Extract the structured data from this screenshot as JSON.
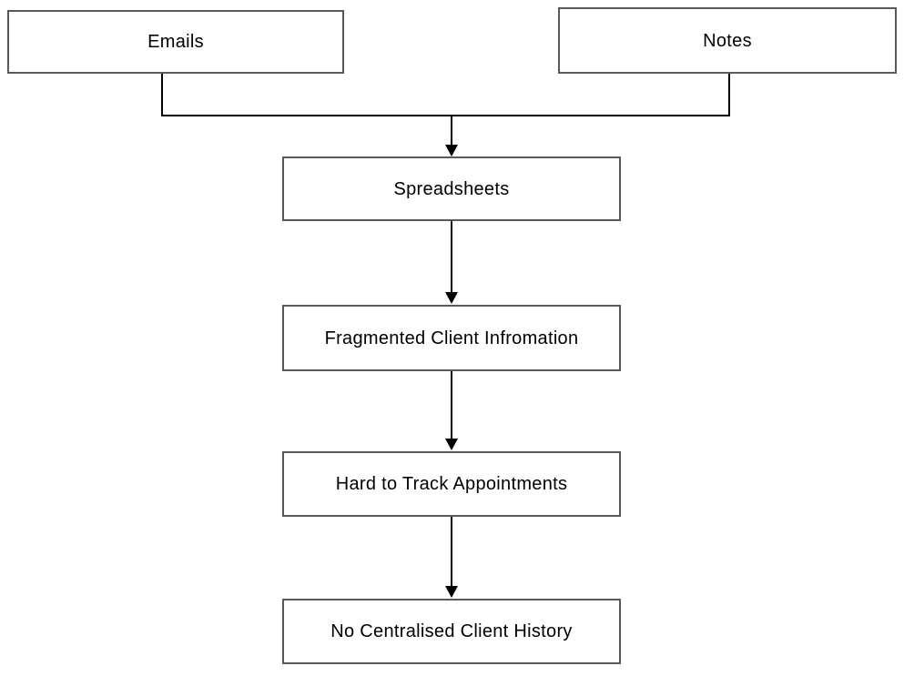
{
  "colors": {
    "background": "#ffffff",
    "box_border": "#595959",
    "box_fill": "#ffffff",
    "line": "#000000",
    "text": "#000000"
  },
  "diagram": {
    "type": "flowchart",
    "nodes": [
      {
        "id": "emails",
        "label": "Emails"
      },
      {
        "id": "notes",
        "label": "Notes"
      },
      {
        "id": "spreadsheets",
        "label": "Spreadsheets"
      },
      {
        "id": "fragmented-client-information",
        "label": "Fragmented Client Infromation"
      },
      {
        "id": "hard-to-track-appointments",
        "label": "Hard to Track Appointments"
      },
      {
        "id": "no-centralised-client-history",
        "label": "No Centralised Client History"
      }
    ],
    "edges": [
      {
        "from": "emails",
        "to": "spreadsheets",
        "arrow": true
      },
      {
        "from": "notes",
        "to": "spreadsheets",
        "arrow": true
      },
      {
        "from": "spreadsheets",
        "to": "fragmented-client-information",
        "arrow": true
      },
      {
        "from": "fragmented-client-information",
        "to": "hard-to-track-appointments",
        "arrow": true
      },
      {
        "from": "hard-to-track-appointments",
        "to": "no-centralised-client-history",
        "arrow": true
      }
    ]
  }
}
